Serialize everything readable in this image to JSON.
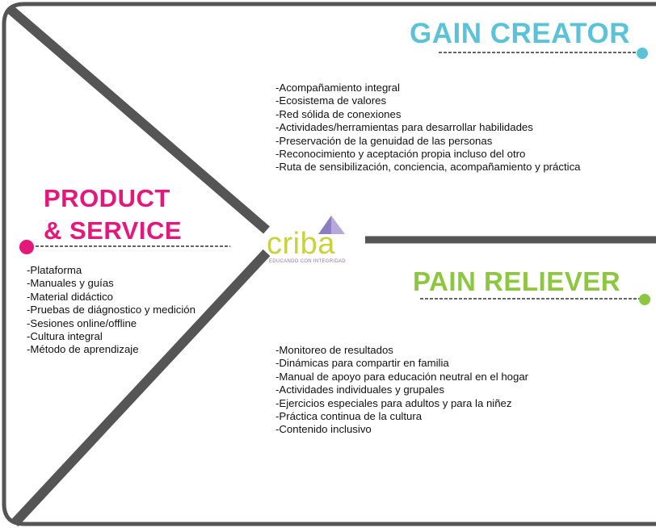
{
  "gain_creator": {
    "title": "GAIN CREATOR",
    "items": [
      "-Acompañamiento integral",
      "-Ecosistema de valores",
      "-Red sólida de conexiones",
      "-Actividades/herramientas para desarrollar habilidades",
      "-Preservación de la genuidad de las personas",
      "-Reconocimiento y aceptación propia incluso del otro",
      "-Ruta de sensibilización, conciencia, acompañamiento y práctica"
    ],
    "color": "#5bc3d8"
  },
  "product_service": {
    "title_line1": "PRODUCT",
    "title_line2": "& SERVICE",
    "items": [
      "-Plataforma",
      "-Manuales y guías",
      "-Material didáctico",
      "-Pruebas de diágnostico y medición",
      "-Sesiones online/offline",
      "-Cultura integral",
      "-Método de aprendizaje"
    ],
    "color": "#e6177a"
  },
  "pain_reliever": {
    "title": "PAIN RELIEVER",
    "items": [
      "-Monitoreo de resultados",
      "-Dinámicas para compartir en familia",
      "-Manual de apoyo para educación neutral en el hogar",
      "-Actividades individuales y grupales",
      "-Ejercicios especiales para adultos y para la niñez",
      "-Práctica continua de la cultura",
      "-Contenido inclusivo"
    ],
    "color": "#8dc63f"
  },
  "logo": {
    "word": "criba",
    "tagline": "EDUCANDO CON INTEGRIDAD",
    "colors": [
      "#c8d23a",
      "#8e7cc3",
      "#b7a8dc"
    ]
  },
  "frame_color": "#555555"
}
